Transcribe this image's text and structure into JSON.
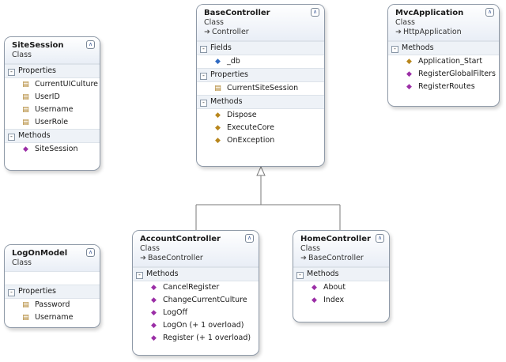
{
  "diagram": {
    "classes": {
      "site_session": {
        "name": "SiteSession",
        "kind": "Class",
        "sections": [
          {
            "title": "Properties",
            "items": [
              {
                "label": "CurrentUICulture",
                "icon": "property-icon"
              },
              {
                "label": "UserID",
                "icon": "property-icon"
              },
              {
                "label": "Username",
                "icon": "property-icon"
              },
              {
                "label": "UserRole",
                "icon": "property-icon"
              }
            ]
          },
          {
            "title": "Methods",
            "items": [
              {
                "label": "SiteSession",
                "icon": "method-icon"
              }
            ]
          }
        ]
      },
      "base_controller": {
        "name": "BaseController",
        "kind": "Class",
        "base": "Controller",
        "sections": [
          {
            "title": "Fields",
            "items": [
              {
                "label": "_db",
                "icon": "field-icon"
              }
            ]
          },
          {
            "title": "Properties",
            "items": [
              {
                "label": "CurrentSiteSession",
                "icon": "property-icon"
              }
            ]
          },
          {
            "title": "Methods",
            "items": [
              {
                "label": "Dispose",
                "icon": "protected-method-icon"
              },
              {
                "label": "ExecuteCore",
                "icon": "protected-method-icon"
              },
              {
                "label": "OnException",
                "icon": "protected-method-icon"
              }
            ]
          }
        ]
      },
      "mvc_application": {
        "name": "MvcApplication",
        "kind": "Class",
        "base": "HttpApplication",
        "sections": [
          {
            "title": "Methods",
            "items": [
              {
                "label": "Application_Start",
                "icon": "protected-method-icon"
              },
              {
                "label": "RegisterGlobalFilters",
                "icon": "method-icon"
              },
              {
                "label": "RegisterRoutes",
                "icon": "method-icon"
              }
            ]
          }
        ]
      },
      "log_on_model": {
        "name": "LogOnModel",
        "kind": "Class",
        "sections": [
          {
            "title": "Properties",
            "items": [
              {
                "label": "Password",
                "icon": "property-icon"
              },
              {
                "label": "Username",
                "icon": "property-icon"
              }
            ]
          }
        ]
      },
      "account_controller": {
        "name": "AccountController",
        "kind": "Class",
        "base": "BaseController",
        "sections": [
          {
            "title": "Methods",
            "items": [
              {
                "label": "CancelRegister",
                "icon": "method-icon"
              },
              {
                "label": "ChangeCurrentCulture",
                "icon": "method-icon"
              },
              {
                "label": "LogOff",
                "icon": "method-icon"
              },
              {
                "label": "LogOn (+ 1 overload)",
                "icon": "method-icon"
              },
              {
                "label": "Register (+ 1 overload)",
                "icon": "method-icon"
              }
            ]
          }
        ]
      },
      "home_controller": {
        "name": "HomeController",
        "kind": "Class",
        "base": "BaseController",
        "sections": [
          {
            "title": "Methods",
            "items": [
              {
                "label": "About",
                "icon": "method-icon"
              },
              {
                "label": "Index",
                "icon": "method-icon"
              }
            ]
          }
        ]
      }
    }
  }
}
